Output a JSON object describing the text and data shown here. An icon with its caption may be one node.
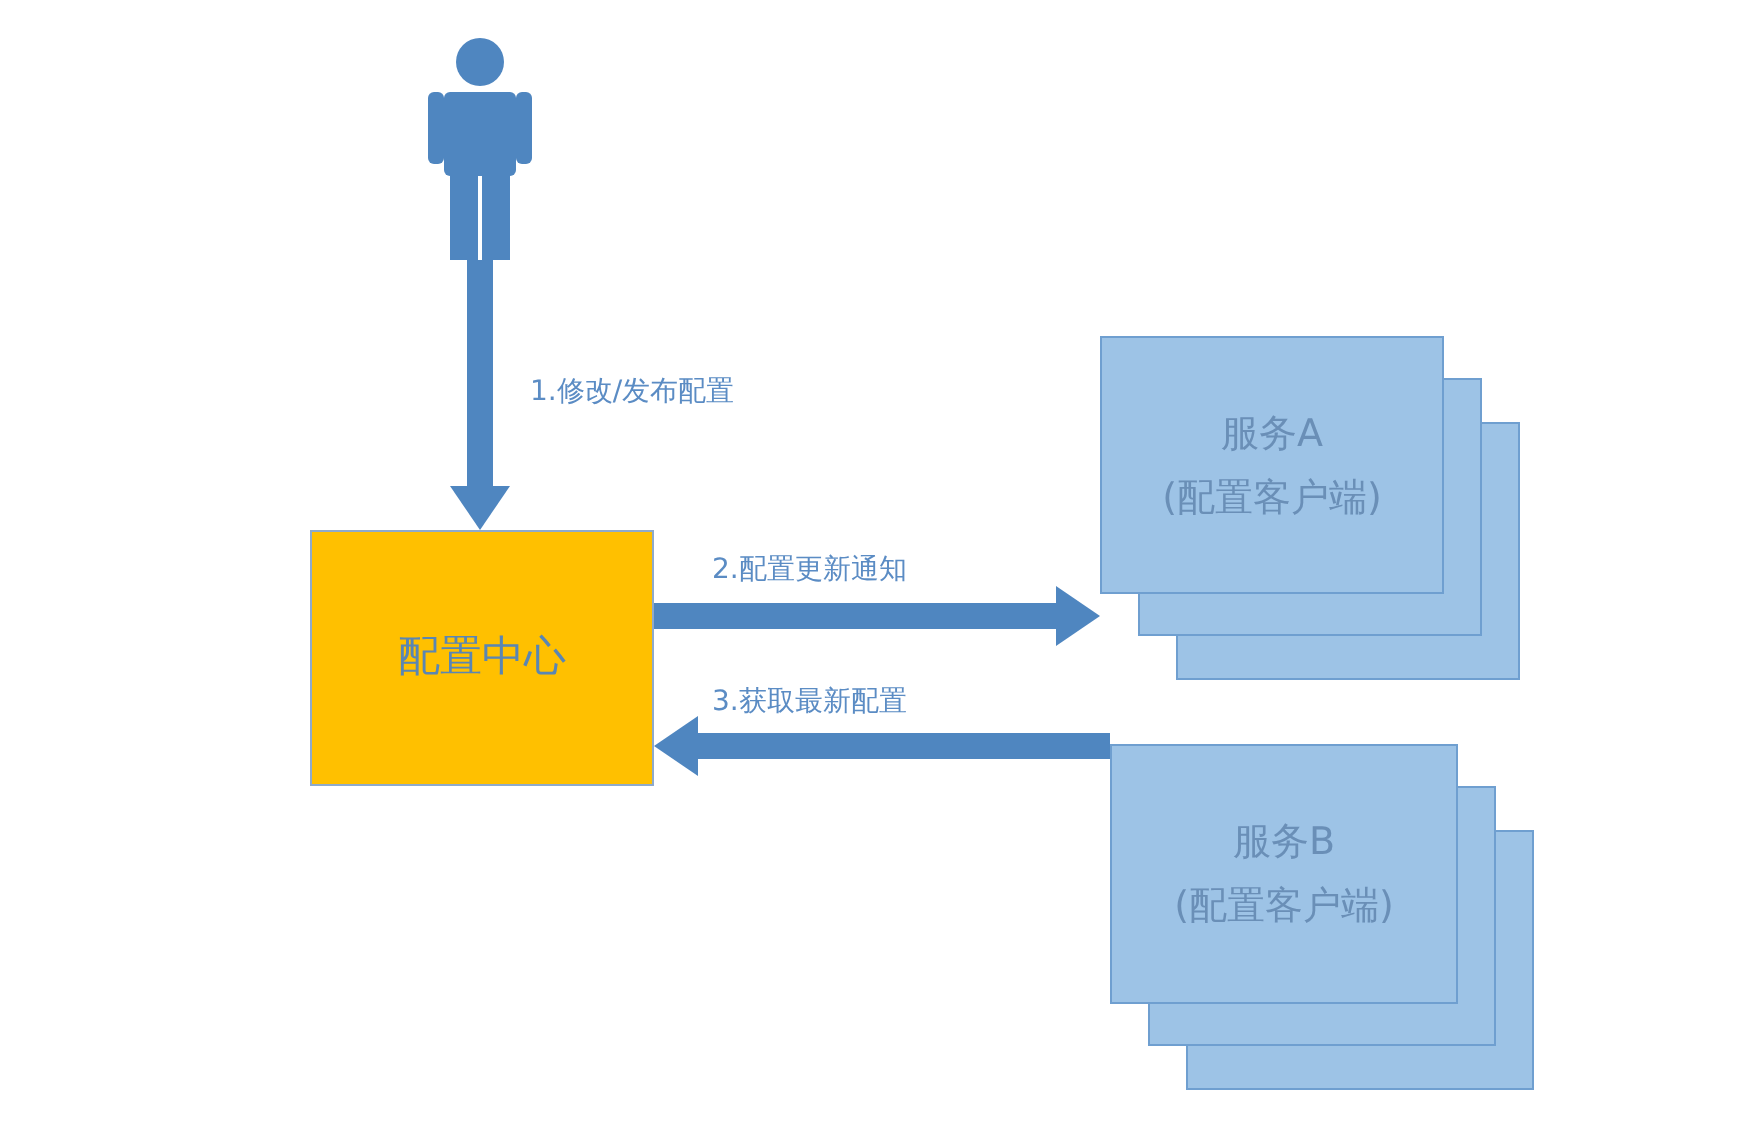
{
  "diagram": {
    "nodes": [
      {
        "text": [],
        "shape": "person"
      },
      {
        "text": [
          "配置中心"
        ]
      },
      {
        "text": [
          "服务A",
          "(配置客户端)"
        ]
      },
      {
        "text": [
          "服务B",
          "(配置客户端)"
        ]
      }
    ],
    "edges": [
      {
        "from": 0,
        "to": 1,
        "arrow": "to",
        "label": "1.修改/发布配置"
      },
      {
        "from": 1,
        "to": 2,
        "arrow": "to",
        "label": "2.配置更新通知"
      },
      {
        "from": 3,
        "to": 1,
        "arrow": "to",
        "label": "3.获取最新配置"
      }
    ]
  }
}
